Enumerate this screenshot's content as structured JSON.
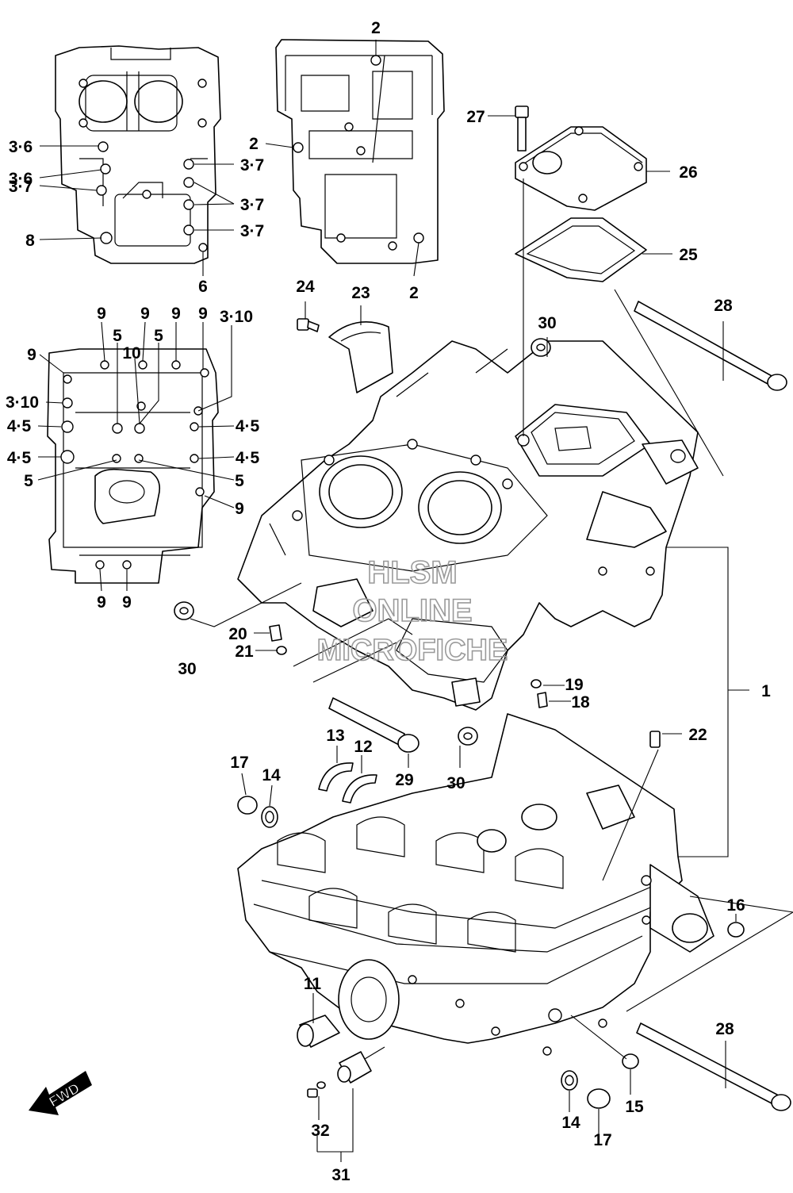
{
  "labels": {
    "c1": "1",
    "c2a": "2",
    "c2b": "2",
    "c2c": "2",
    "c36a": "3·6",
    "c36b": "3·6",
    "c37a": "3·7",
    "c37b": "3·7",
    "c37c": "3·7",
    "c37d": "3·7",
    "c8": "8",
    "c6": "6",
    "c9a": "9",
    "c9b": "9",
    "c9c": "9",
    "c9d": "9",
    "c9e": "9",
    "c9f": "9",
    "c9g": "9",
    "c9h": "9",
    "c310a": "3·10",
    "c310b": "3·10",
    "c5a": "5",
    "c5b": "5",
    "c5c": "5",
    "c5d": "5",
    "c10": "10",
    "c45a": "4·5",
    "c45b": "4·5",
    "c45c": "4·5",
    "c45d": "4·5",
    "c11": "11",
    "c12": "12",
    "c13": "13",
    "c14a": "14",
    "c14b": "14",
    "c15": "15",
    "c16": "16",
    "c17a": "17",
    "c17b": "17",
    "c18": "18",
    "c19": "19",
    "c20": "20",
    "c21": "21",
    "c22": "22",
    "c23": "23",
    "c24": "24",
    "c25": "25",
    "c26": "26",
    "c27": "27",
    "c28a": "28",
    "c28b": "28",
    "c29": "29",
    "c30a": "30",
    "c30b": "30",
    "c30c": "30",
    "c31": "31",
    "c32": "32"
  },
  "fwd_marker": "FWD",
  "watermark": {
    "line1": "HLSM",
    "line2": "ONLINE",
    "line3": "MICROFICHE"
  },
  "colors": {
    "ink": "#000000",
    "watermark": "#9a9a9a",
    "paper": "#ffffff"
  }
}
